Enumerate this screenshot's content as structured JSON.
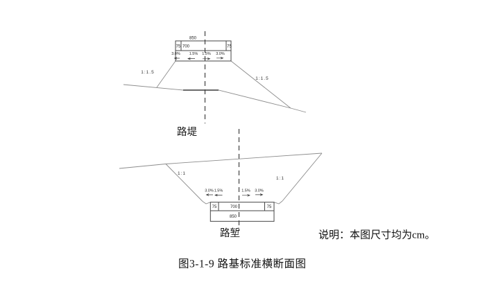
{
  "figure": {
    "caption": "图3-1-9 路基标准横断面图",
    "note": "说明：本图尺寸均为cm。",
    "unit": "cm"
  },
  "embankment": {
    "label": "路堤",
    "total_width": "850",
    "cells": [
      "75",
      "700",
      "75"
    ],
    "cross_slopes": [
      "3.0%",
      "1.5%",
      "1.5%",
      "3.0%"
    ],
    "slope_left": "1:1.5",
    "slope_right": "1:1.5"
  },
  "cutting": {
    "label": "路堑",
    "total_width": "850",
    "cells": [
      "75",
      "700",
      "75"
    ],
    "cross_slopes": [
      "3.0%",
      "1.5%",
      "1.5%",
      "3.0%"
    ],
    "slope_left": "1:1",
    "slope_right": "1:1"
  },
  "colors": {
    "line_gray": "#8c8c8c",
    "box_line": "#444444",
    "text": "#1a1a1a"
  }
}
